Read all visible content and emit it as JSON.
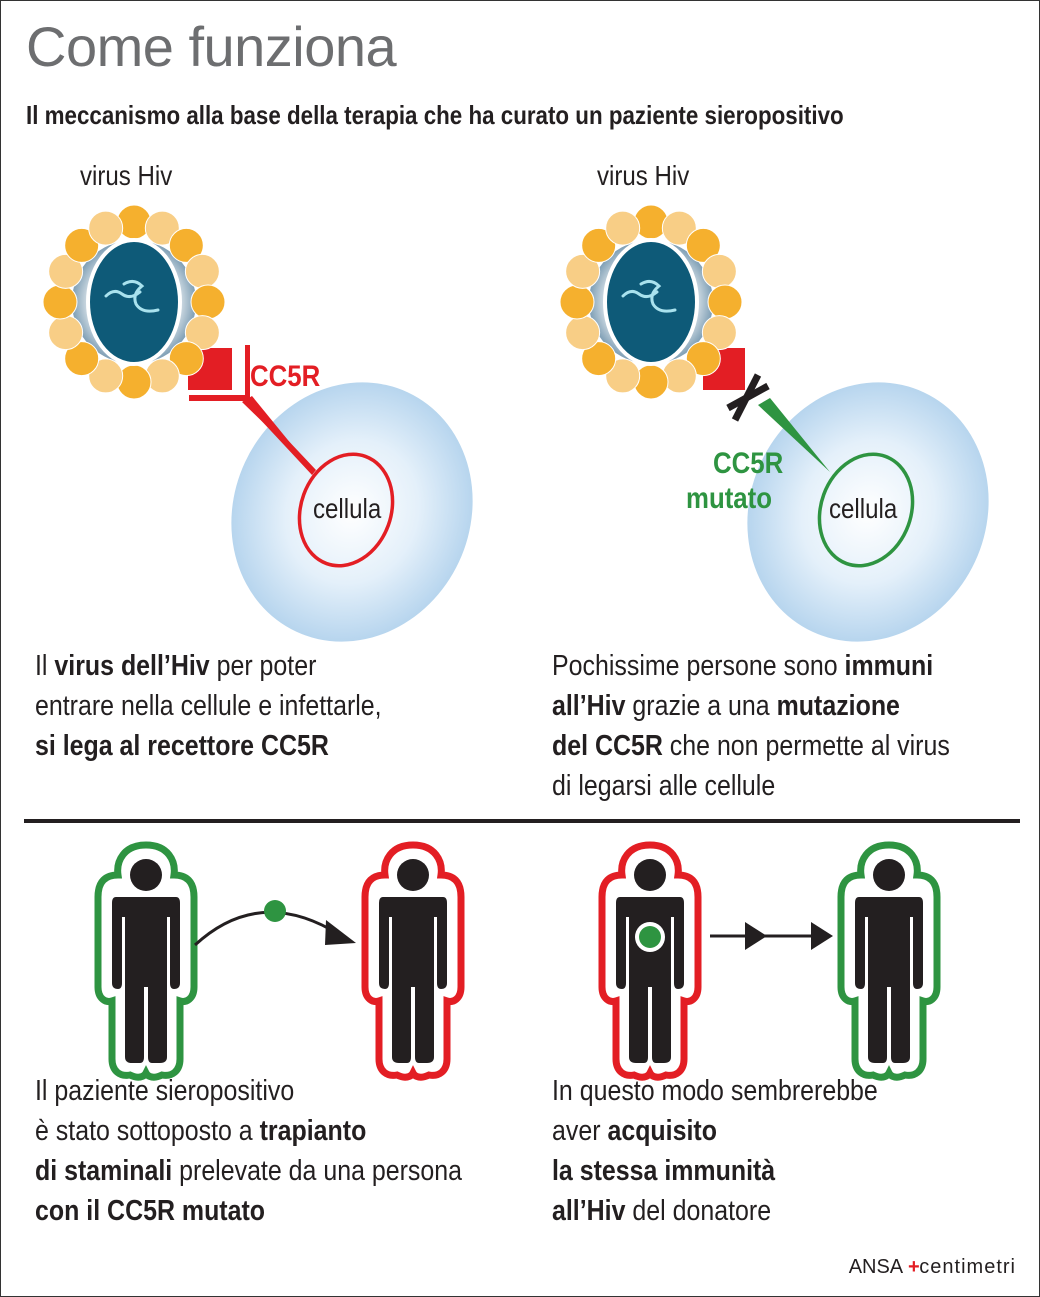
{
  "header": {
    "title": "Come funziona",
    "subtitle": "Il meccanismo alla base della terapia che ha curato un paziente sieropositivo"
  },
  "panels": {
    "top_left": {
      "virus_label": "virus Hiv",
      "receptor_label": "CC5R",
      "cell_label": "cellula",
      "description": [
        [
          {
            "text": "Il ",
            "bold": false
          },
          {
            "text": "virus dell’Hiv",
            "bold": true
          },
          {
            "text": " per poter",
            "bold": false
          }
        ],
        [
          {
            "text": "entrare nella cellule e infettarle,",
            "bold": false
          }
        ],
        [
          {
            "text": "si lega al recettore CC5R",
            "bold": true
          }
        ]
      ]
    },
    "top_right": {
      "virus_label": "virus Hiv",
      "receptor_label_line1": "CC5R",
      "receptor_label_line2": "mutato",
      "cell_label": "cellula",
      "description": [
        [
          {
            "text": "Pochissime persone sono ",
            "bold": false
          },
          {
            "text": "immuni",
            "bold": true
          }
        ],
        [
          {
            "text": "all’Hiv",
            "bold": true
          },
          {
            "text": " grazie a una ",
            "bold": false
          },
          {
            "text": "mutazione",
            "bold": true
          }
        ],
        [
          {
            "text": "del CC5R",
            "bold": true
          },
          {
            "text": " che non permette al virus",
            "bold": false
          }
        ],
        [
          {
            "text": "di legarsi alle cellule",
            "bold": false
          }
        ]
      ]
    },
    "bottom_left": {
      "description": [
        [
          {
            "text": "Il paziente sieropositivo",
            "bold": false
          }
        ],
        [
          {
            "text": "è stato sottoposto a ",
            "bold": false
          },
          {
            "text": "trapianto",
            "bold": true
          }
        ],
        [
          {
            "text": "di staminali",
            "bold": true
          },
          {
            "text": " prelevate da una persona",
            "bold": false
          }
        ],
        [
          {
            "text": "con il CC5R mutato",
            "bold": true
          }
        ]
      ]
    },
    "bottom_right": {
      "description": [
        [
          {
            "text": "In questo modo sembrerebbe",
            "bold": false
          }
        ],
        [
          {
            "text": "aver ",
            "bold": false
          },
          {
            "text": "acquisito",
            "bold": true
          }
        ],
        [
          {
            "text": "la stessa immunità",
            "bold": true
          }
        ],
        [
          {
            "text": "all’Hiv",
            "bold": true
          },
          {
            "text": " del donatore",
            "bold": false
          }
        ]
      ]
    }
  },
  "colors": {
    "red": "#e31e24",
    "green": "#2e9441",
    "virus_core": "#0e5a78",
    "orange": "#f5b02e",
    "light_orange": "#f8ce86",
    "cell_blue": "#bcd9f0",
    "text": "#231f20",
    "title_gray": "#6d6e70"
  },
  "footer": {
    "ansa": "ANSA",
    "plus": "+",
    "centimetri": "centimetri"
  }
}
